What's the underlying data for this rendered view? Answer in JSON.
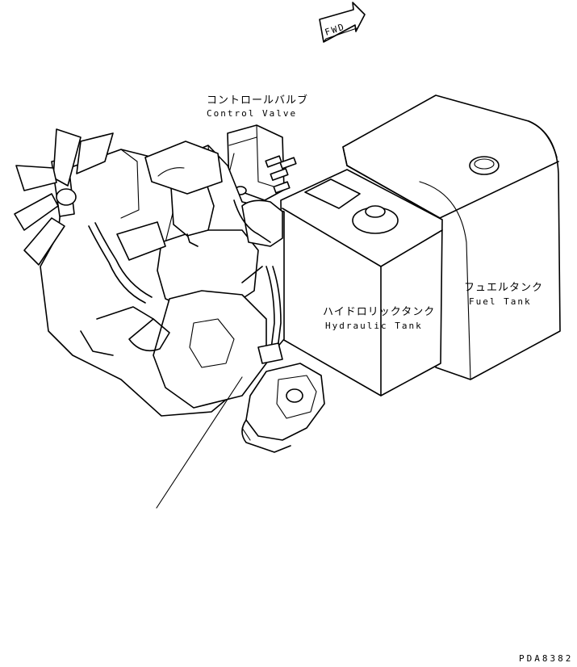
{
  "direction_arrow": {
    "text": "FWD"
  },
  "labels": {
    "control_valve": {
      "jp": "コントロールバルブ",
      "en": "Control Valve"
    },
    "hydraulic_tank": {
      "jp": "ハイドロリックタンク",
      "en": "Hydraulic Tank"
    },
    "fuel_tank": {
      "jp": "フュエルタンク",
      "en": "Fuel Tank"
    }
  },
  "drawing_code": "PDA8382"
}
